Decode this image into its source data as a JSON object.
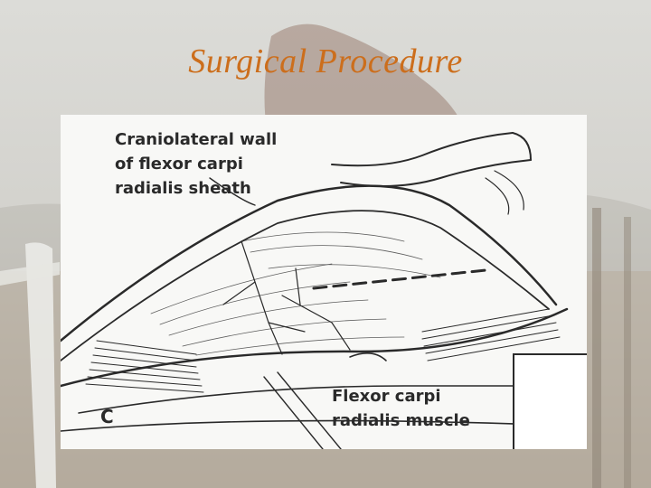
{
  "slide": {
    "title": "Surgical Procedure"
  },
  "figure": {
    "labels": {
      "craniolateral_wall": [
        "Craniolateral wall",
        "of flexor carpi",
        "radialis sheath"
      ],
      "flexor_muscle": [
        "Flexor carpi",
        "radialis muscle"
      ],
      "panel_letter": "C"
    }
  },
  "colors": {
    "title": "#cc6e1c",
    "ink": "#2a2a2a",
    "panel_bg": "#f8f8f6"
  }
}
